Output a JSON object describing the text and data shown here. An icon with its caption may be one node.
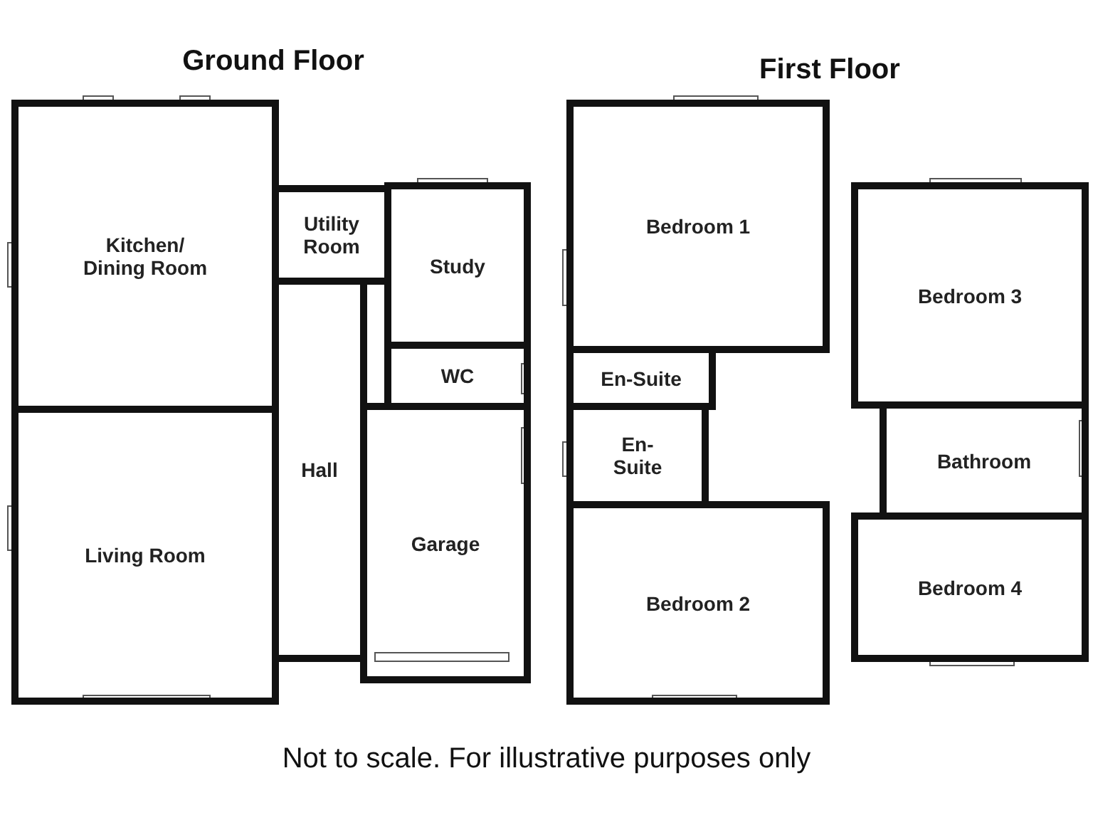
{
  "diagram": {
    "caption": "Not to scale. For illustrative purposes only",
    "nodes": [
      {
        "text": [
          "Ground Floor"
        ]
      },
      {
        "text": [
          "Kitchen/ Dining Room"
        ],
        "in": 0
      },
      {
        "text": [
          "Utility Room"
        ],
        "in": 0
      },
      {
        "text": [
          "Study"
        ],
        "in": 0
      },
      {
        "text": [
          "WC"
        ],
        "in": 0
      },
      {
        "text": [
          "Living Room"
        ],
        "in": 0
      },
      {
        "text": [
          "Hall"
        ],
        "in": 0
      },
      {
        "text": [
          "Garage"
        ],
        "in": 0
      },
      {
        "text": [
          "First Floor"
        ]
      },
      {
        "text": [
          "Bedroom 1"
        ],
        "in": 8
      },
      {
        "text": [
          "Bedroom 3"
        ],
        "in": 8
      },
      {
        "text": [
          "En-Suite"
        ],
        "in": 8
      },
      {
        "text": [
          "En-Suite"
        ],
        "in": 8
      },
      {
        "text": [
          "Bathroom"
        ],
        "in": 8
      },
      {
        "text": [
          "Bedroom 2"
        ],
        "in": 8
      },
      {
        "text": [
          "Bedroom 4"
        ],
        "in": 8
      }
    ]
  }
}
